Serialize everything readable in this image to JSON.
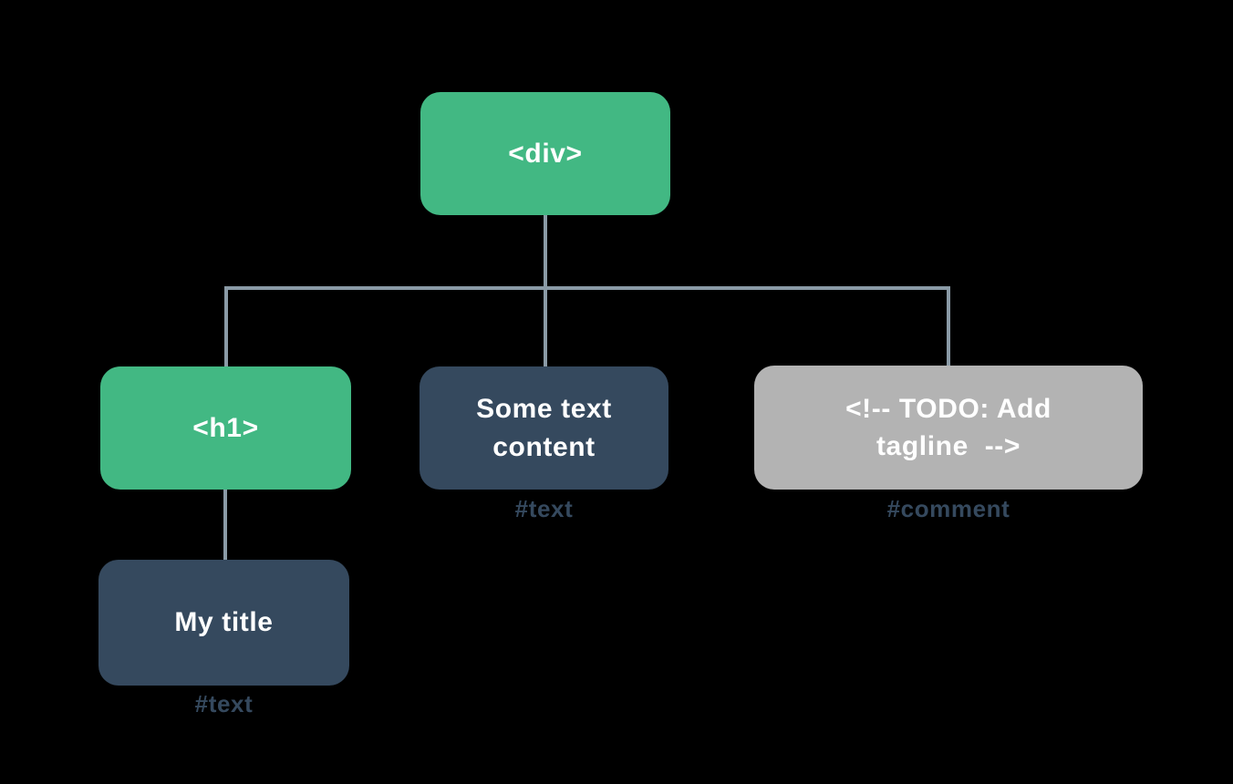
{
  "palette": {
    "element_node_green": "#42b883",
    "text_node_navy": "#35495e",
    "comment_node_gray": "#b3b3b3",
    "connector_slate": "#8a9aa6",
    "type_label_navy": "#35495e",
    "node_text_white": "#ffffff",
    "background_black": "#000000"
  },
  "tree": {
    "root": {
      "tag": "<div>"
    },
    "children": [
      {
        "tag": "<h1>",
        "child": {
          "label": "My title",
          "type": "#text"
        }
      },
      {
        "label": "Some text\ncontent",
        "type": "#text"
      },
      {
        "label": "<!-- TODO: Add\ntagline  -->",
        "type": "#comment"
      }
    ]
  }
}
